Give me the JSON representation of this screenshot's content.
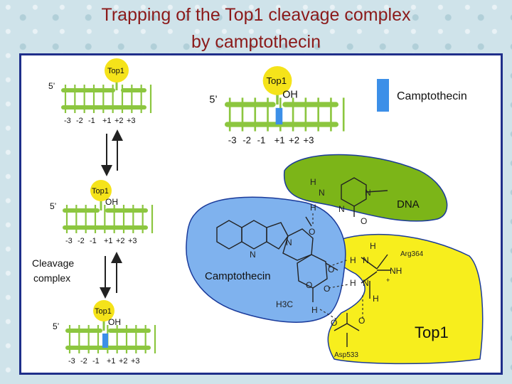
{
  "title_line1": "Trapping of the Top1 cleavage complex",
  "title_line2": "by camptothecin",
  "protein_label": "Top1",
  "hydroxyl_label": "OH",
  "five_prime_label": "5’",
  "positions": [
    "-3",
    "-2",
    "-1",
    "+1",
    "+2",
    "+3"
  ],
  "cleavage_complex_label": [
    "Cleavage",
    "complex"
  ],
  "legend_camptothecin": "Camptothecin",
  "region_dna": "DNA",
  "region_camptothecin": "Camptothecin",
  "region_top1": "Top1",
  "residue_arg": "Arg364",
  "residue_asp": "Asp533",
  "atoms": {
    "H": "H",
    "N": "N",
    "O": "O",
    "NH": "NH",
    "H3C": "H3C",
    "plus": "+"
  },
  "colors": {
    "title": "#8b1a1a",
    "top1_yellow": "#f5e31a",
    "dna_green": "#8cc63f",
    "drug_blue": "#3c8fe8",
    "region_green": "#7cb518",
    "region_blue": "#7fb2ee",
    "region_yellow": "#f7ee1d",
    "frame": "#1f2f8a"
  }
}
